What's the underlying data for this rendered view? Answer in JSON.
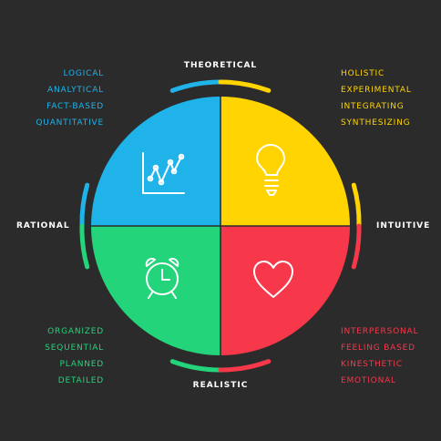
{
  "axes": {
    "top": "THEORETICAL",
    "bottom": "REALISTIC",
    "left": "RATIONAL",
    "right": "INTUITIVE"
  },
  "quadrants": {
    "top_left": {
      "color": "#1fb3ea",
      "icon": "line-chart-icon",
      "traits": [
        "LOGICAL",
        "ANALYTICAL",
        "FACT-BASED",
        "QUANTITATIVE"
      ]
    },
    "top_right": {
      "color": "#ffd400",
      "icon": "lightbulb-icon",
      "traits": [
        "HOLISTIC",
        "EXPERIMENTAL",
        "INTEGRATING",
        "SYNTHESIZING"
      ]
    },
    "bottom_left": {
      "color": "#23d47a",
      "icon": "alarm-clock-icon",
      "traits": [
        "ORGANIZED",
        "SEQUENTIAL",
        "PLANNED",
        "DETAILED"
      ]
    },
    "bottom_right": {
      "color": "#f7374a",
      "icon": "heart-icon",
      "traits": [
        "INTERPERSONAL",
        "FEELING BASED",
        "KINESTHETIC",
        "EMOTIONAL"
      ]
    }
  },
  "colors": {
    "background": "#2b2b2b",
    "divider": "#2b2b2b",
    "icon_stroke": "#ffffff",
    "axis_text": "#ffffff"
  }
}
